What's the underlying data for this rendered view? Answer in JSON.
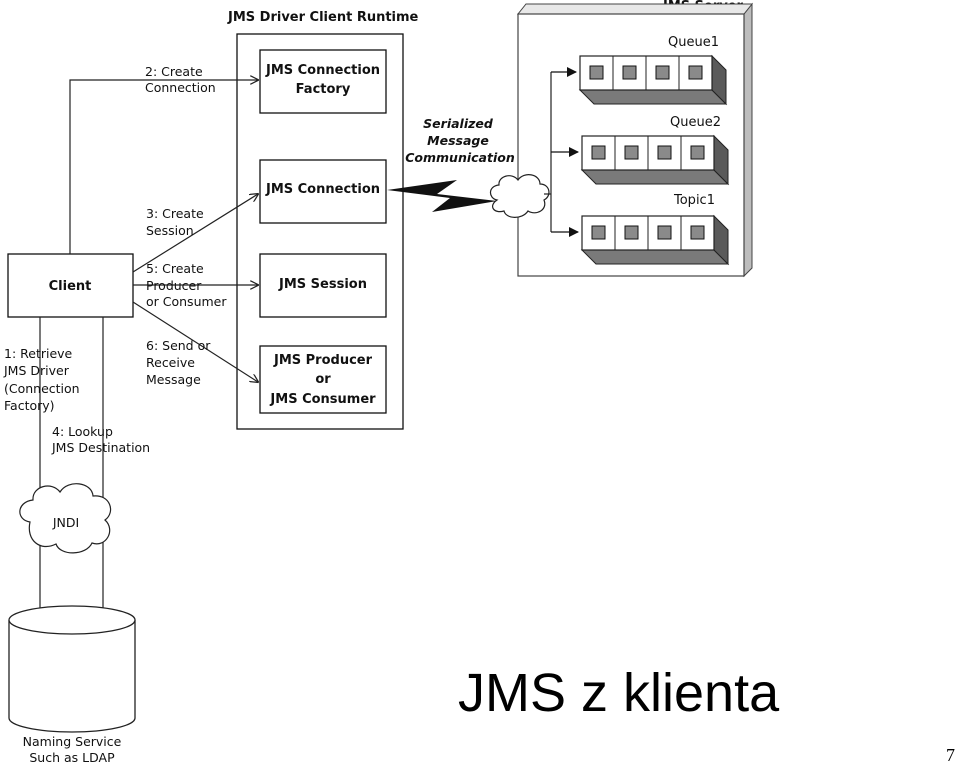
{
  "runtime": {
    "title": "JMS Driver Client Runtime",
    "boxes": {
      "connection_factory": [
        "JMS Connection",
        "Factory"
      ],
      "connection": [
        "JMS Connection"
      ],
      "session": [
        "JMS Session"
      ],
      "producer_consumer": [
        "JMS Producer",
        "or",
        "JMS Consumer"
      ]
    }
  },
  "server": {
    "title": "JMS Server",
    "destinations": [
      "Queue1",
      "Queue2",
      "Topic1"
    ]
  },
  "client": {
    "label": "Client"
  },
  "steps": {
    "s1": [
      "1: Retrieve",
      "JMS Driver",
      "(Connection",
      "Factory)"
    ],
    "s2": [
      "2: Create",
      "Connection"
    ],
    "s3": [
      "3: Create",
      "Session"
    ],
    "s4": [
      "4: Lookup",
      "JMS Destination"
    ],
    "s5": [
      "5: Create",
      "Producer",
      "or Consumer"
    ],
    "s6": [
      "6: Send or",
      "Receive",
      "Message"
    ]
  },
  "serialized": [
    "Serialized",
    "Message",
    "Communication"
  ],
  "jndi": {
    "label": "JNDI"
  },
  "naming_service": [
    "Naming Service",
    "Such as LDAP"
  ],
  "slide": {
    "title": "JMS z klienta",
    "number": "7"
  }
}
